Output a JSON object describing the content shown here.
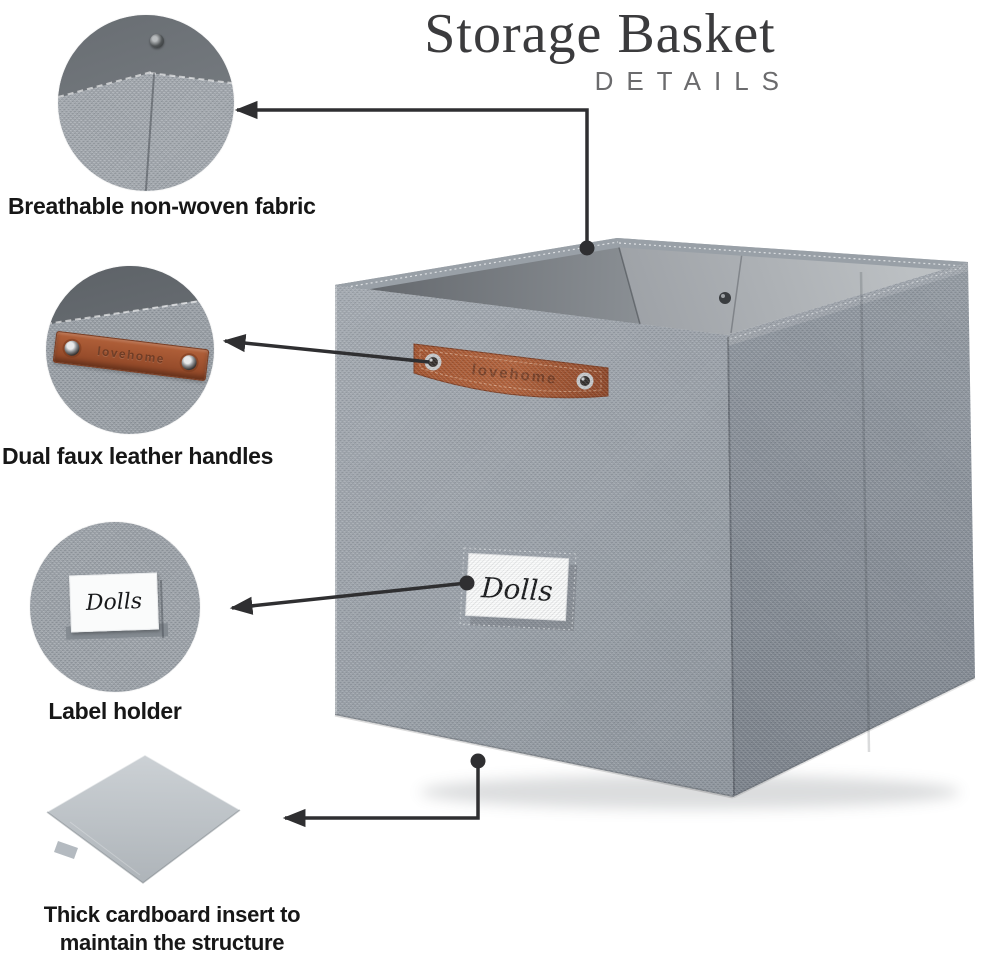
{
  "title": {
    "main": "Storage Basket",
    "subtitle": "DETAILS"
  },
  "callouts": {
    "fabric": {
      "label": "Breathable non-woven fabric"
    },
    "handles": {
      "label": "Dual faux leather handles"
    },
    "label_holder": {
      "label": "Label holder"
    },
    "cardboard": {
      "line1": "Thick cardboard insert to",
      "line2": "maintain the structure"
    }
  },
  "product": {
    "tag_text": "Dolls",
    "handle_embossed_text": "lovehome"
  },
  "colors": {
    "leather_accent": "#a85a35",
    "fabric_gray": "#9aa1a9",
    "connector_line": "#2f2f31",
    "title_text": "#3b3b3d",
    "subtitle_text": "#6b6b6d",
    "caption_text": "#171717",
    "card_white": "#fafbfb",
    "cardboard_gray": "#bcc2c7"
  }
}
